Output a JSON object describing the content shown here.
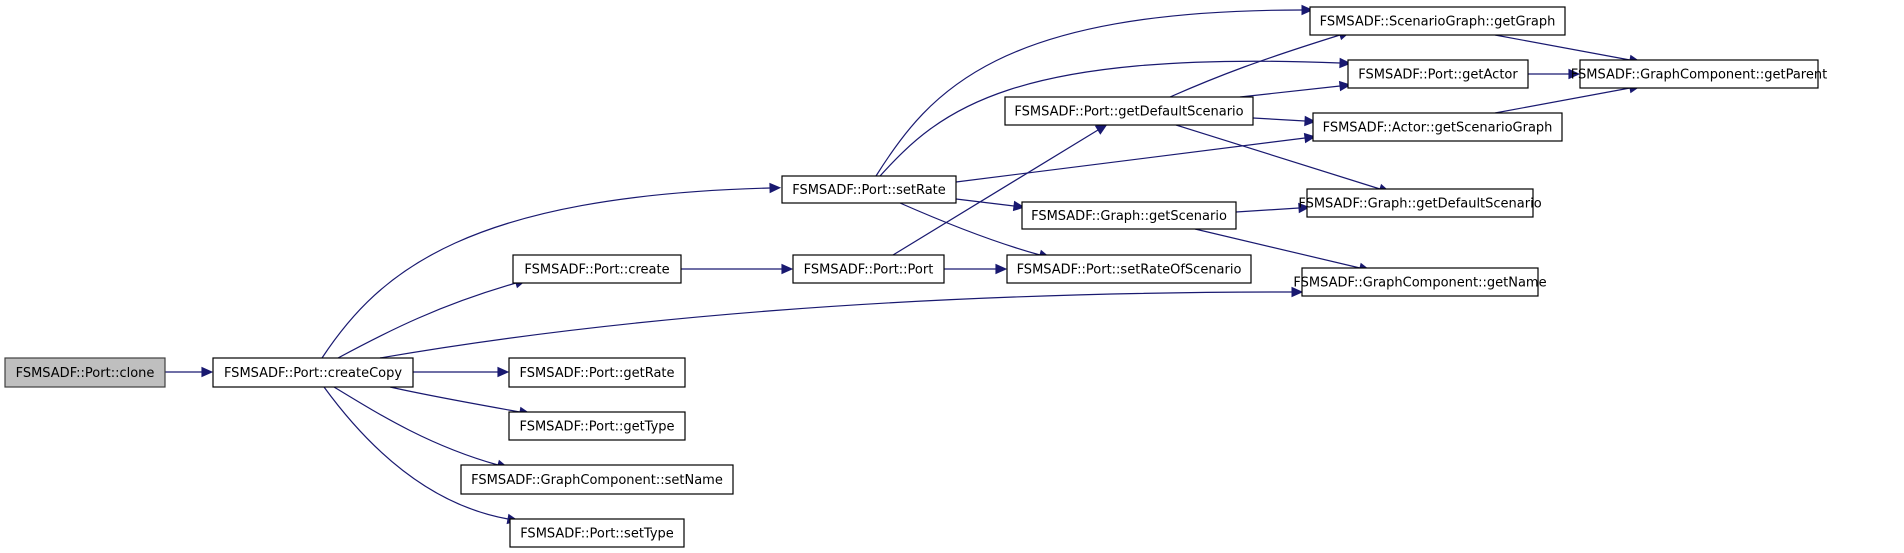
{
  "diagram": {
    "type": "call-graph",
    "edge_color": "#191970",
    "root_fill": "#bfbfbf",
    "nodes": [
      {
        "id": "clone",
        "label": "FSMSADF::Port::clone",
        "root": true
      },
      {
        "id": "createCopy",
        "label": "FSMSADF::Port::createCopy"
      },
      {
        "id": "create",
        "label": "FSMSADF::Port::create"
      },
      {
        "id": "getRate",
        "label": "FSMSADF::Port::getRate"
      },
      {
        "id": "getType",
        "label": "FSMSADF::Port::getType"
      },
      {
        "id": "setName",
        "label": "FSMSADF::GraphComponent::setName"
      },
      {
        "id": "setType",
        "label": "FSMSADF::Port::setType"
      },
      {
        "id": "setRate",
        "label": "FSMSADF::Port::setRate"
      },
      {
        "id": "Port",
        "label": "FSMSADF::Port::Port"
      },
      {
        "id": "portGetDefaultScenario",
        "label": "FSMSADF::Port::getDefaultScenario"
      },
      {
        "id": "getScenario",
        "label": "FSMSADF::Graph::getScenario"
      },
      {
        "id": "setRateOfScenario",
        "label": "FSMSADF::Port::setRateOfScenario"
      },
      {
        "id": "getGraph",
        "label": "FSMSADF::ScenarioGraph::getGraph"
      },
      {
        "id": "getActor",
        "label": "FSMSADF::Port::getActor"
      },
      {
        "id": "getScenarioGraph",
        "label": "FSMSADF::Actor::getScenarioGraph"
      },
      {
        "id": "graphGetDefaultScenario",
        "label": "FSMSADF::Graph::getDefaultScenario"
      },
      {
        "id": "getName",
        "label": "FSMSADF::GraphComponent::getName"
      },
      {
        "id": "getParent",
        "label": "FSMSADF::GraphComponent::getParent"
      }
    ],
    "edges": [
      [
        "clone",
        "createCopy"
      ],
      [
        "createCopy",
        "setRate"
      ],
      [
        "createCopy",
        "create"
      ],
      [
        "createCopy",
        "getName"
      ],
      [
        "createCopy",
        "getRate"
      ],
      [
        "createCopy",
        "getType"
      ],
      [
        "createCopy",
        "setName"
      ],
      [
        "createCopy",
        "setType"
      ],
      [
        "create",
        "Port"
      ],
      [
        "Port",
        "portGetDefaultScenario"
      ],
      [
        "Port",
        "setRateOfScenario"
      ],
      [
        "setRate",
        "getGraph"
      ],
      [
        "setRate",
        "getActor"
      ],
      [
        "setRate",
        "getScenarioGraph"
      ],
      [
        "setRate",
        "getScenario"
      ],
      [
        "setRate",
        "setRateOfScenario"
      ],
      [
        "portGetDefaultScenario",
        "getGraph"
      ],
      [
        "portGetDefaultScenario",
        "getActor"
      ],
      [
        "portGetDefaultScenario",
        "getScenarioGraph"
      ],
      [
        "portGetDefaultScenario",
        "graphGetDefaultScenario"
      ],
      [
        "getScenario",
        "graphGetDefaultScenario"
      ],
      [
        "getScenario",
        "getName"
      ],
      [
        "getGraph",
        "getParent"
      ],
      [
        "getActor",
        "getParent"
      ],
      [
        "getScenarioGraph",
        "getParent"
      ]
    ]
  }
}
